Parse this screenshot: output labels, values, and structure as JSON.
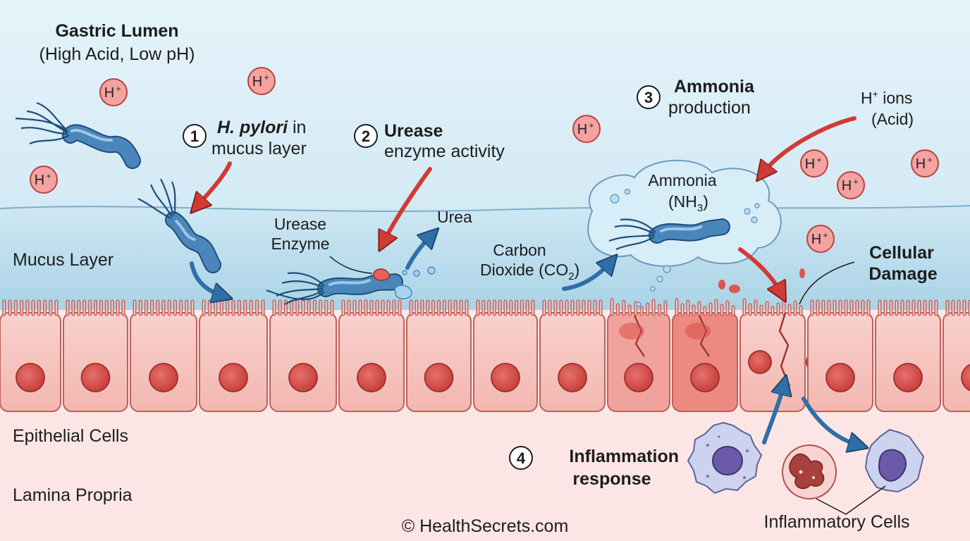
{
  "regions": {
    "gastric_lumen_title": "Gastric Lumen",
    "gastric_lumen_sub": "(High Acid, Low pH)",
    "mucus_layer": "Mucus Layer",
    "epithelial_cells": "Epithelial Cells",
    "lamina_propria": "Lamina Propria"
  },
  "steps": [
    {
      "number": "1",
      "bold": "H. pylori",
      "rest": " in",
      "line2": "mucus layer"
    },
    {
      "number": "2",
      "bold": "Urease",
      "line2": "enzyme activity"
    },
    {
      "number": "3",
      "bold": "Ammonia",
      "line2": "production"
    },
    {
      "number": "4",
      "bold": "Inflammation",
      "line2": "response"
    }
  ],
  "labels": {
    "urease_enzyme_1": "Urease",
    "urease_enzyme_2": "Enzyme",
    "urea": "Urea",
    "co2_1": "Carbon",
    "co2_2": "Dioxide (CO",
    "co2_sub": "2",
    "co2_close": ")",
    "ammonia_1": "Ammonia",
    "ammonia_2": "(NH",
    "ammonia_sub": "3",
    "ammonia_close": ")",
    "h_ions_1": "H",
    "h_ions_sup": "+",
    "h_ions_rest": " ions",
    "h_ions_2": "(Acid)",
    "cellular_damage_1": "Cellular",
    "cellular_damage_2": "Damage",
    "inflammatory_cells": "Inflammatory Cells",
    "copyright": "© HealthSecrets.com"
  },
  "ion": {
    "symbol": "H",
    "charge": "+"
  },
  "colors": {
    "lumen": "#deeff8",
    "mucus": "#bfe0ef",
    "epithelium": "#f7c6c1",
    "lamina": "#fbe6e5",
    "bacteria": "#4a86bb",
    "arrow_red": "#d23a34",
    "arrow_blue": "#2f6fa8",
    "ion_fill": "#f4a3a0"
  }
}
